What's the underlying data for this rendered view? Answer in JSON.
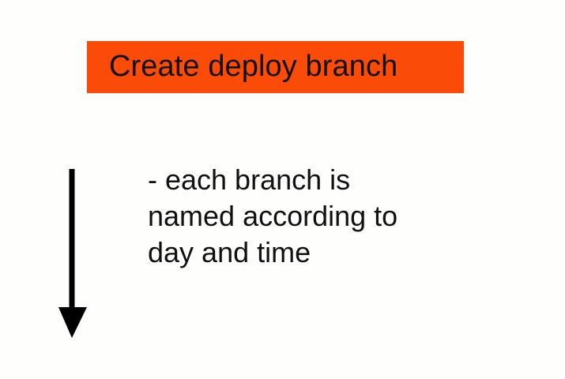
{
  "slide": {
    "background_color": "#fefefd",
    "title": {
      "text": "Create deploy branch",
      "banner_color": "#fb4b08",
      "text_color": "#111111"
    },
    "body": {
      "lines": [
        "- each branch is",
        "named according to",
        "day and time"
      ],
      "text_color": "#111111"
    },
    "arrow": {
      "direction": "down",
      "color": "#000000"
    }
  }
}
